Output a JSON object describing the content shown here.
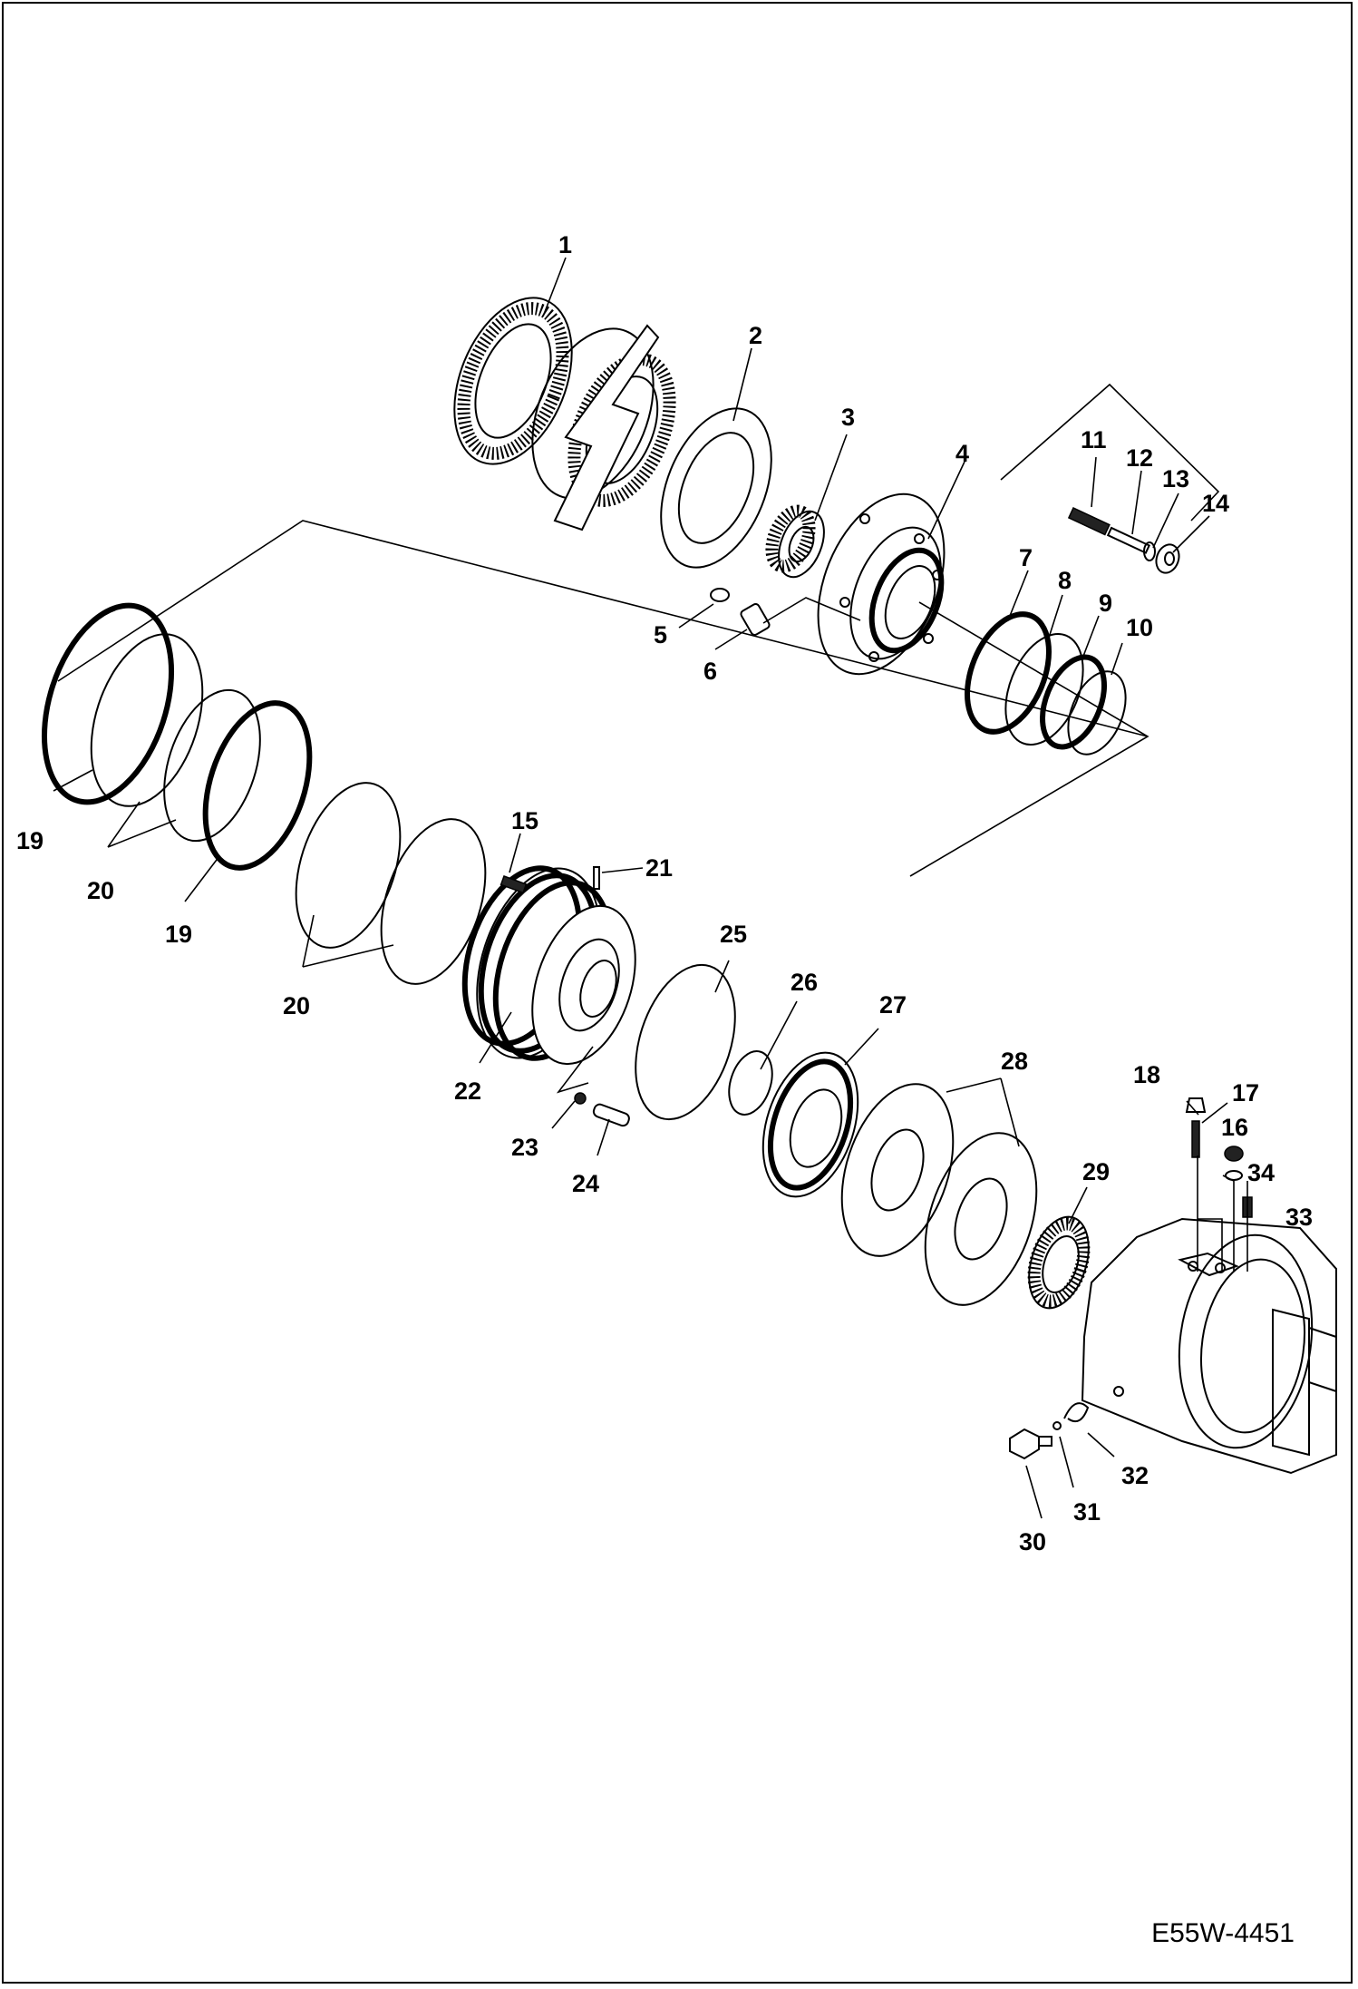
{
  "diagram": {
    "figure_code": "E55W-4451",
    "callouts": [
      "1",
      "2",
      "3",
      "4",
      "5",
      "6",
      "7",
      "8",
      "9",
      "10",
      "11",
      "12",
      "13",
      "14",
      "15",
      "16",
      "17",
      "18",
      "19",
      "20",
      "19",
      "20",
      "21",
      "22",
      "23",
      "24",
      "25",
      "26",
      "27",
      "28",
      "29",
      "30",
      "31",
      "32",
      "33",
      "34"
    ]
  }
}
